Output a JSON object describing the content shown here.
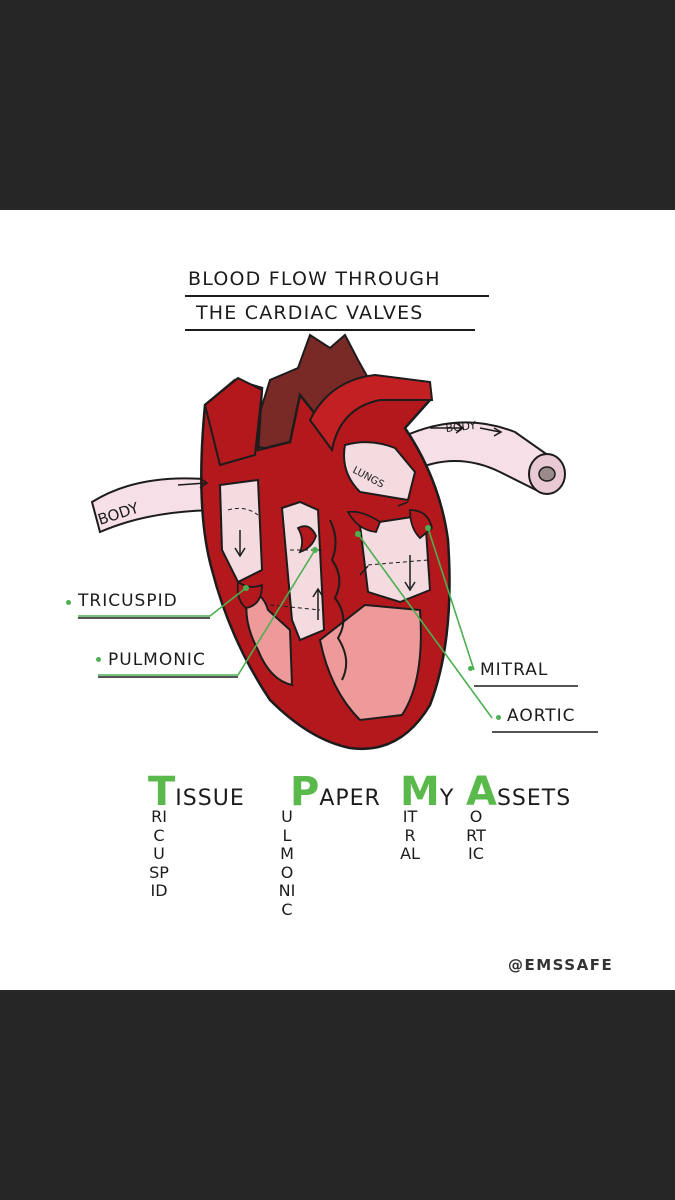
{
  "title": {
    "line1": "BLOOD FLOW THROUGH",
    "line2": "THE CARDIAC VALVES"
  },
  "diagram_labels": {
    "body_left": "BODY",
    "body_right": "BODY",
    "lungs": "LUNGS"
  },
  "valves": {
    "tricuspid": "TRICUSPID",
    "pulmonic": "PULMONIC",
    "mitral": "MITRAL",
    "aortic": "AORTIC"
  },
  "mnemonic": {
    "words": [
      {
        "initial": "T",
        "rest": "ISSUE",
        "vertical": "RICUSPID"
      },
      {
        "initial": "P",
        "rest": "APER",
        "vertical": "ULMONIC"
      },
      {
        "initial": "M",
        "rest": "Y",
        "vertical": "ITRAL"
      },
      {
        "initial": "A",
        "rest": "SSETS",
        "vertical": "ORTIC"
      }
    ]
  },
  "credit": "@EMSSAFE",
  "colors": {
    "heart_red": "#b3181c",
    "chamber_pink": "#f2c1c3",
    "accent_green": "#59b94a",
    "vessel_dark": "#7a2a26"
  }
}
